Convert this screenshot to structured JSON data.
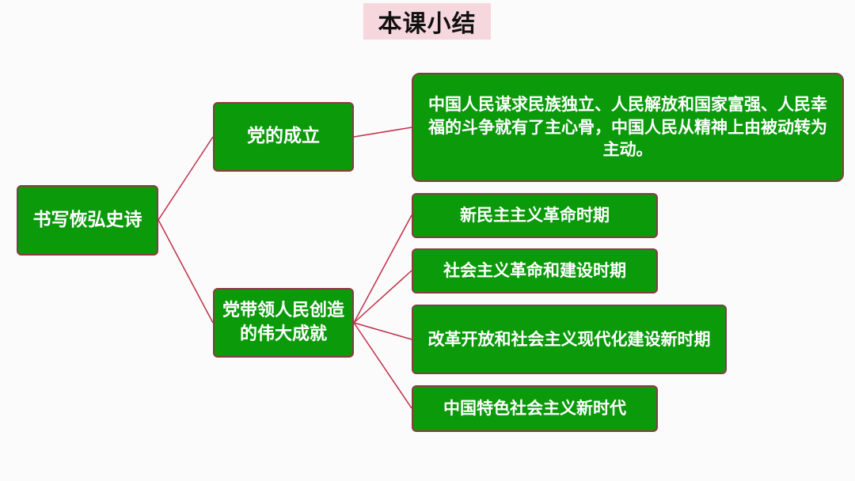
{
  "title": "本课小结",
  "root": "书写恢弘史诗",
  "branches": {
    "founding": {
      "label": "党的成立",
      "detail": "中国人民谋求民族独立、人民解放和国家富强、人民幸福的斗争就有了主心骨，中国人民从精神上由被动转为主动。"
    },
    "achievements": {
      "label": "党带领人民创造的伟大成就",
      "periods": [
        "新民主主义革命时期",
        "社会主义革命和建设时期",
        "改革开放和社会主义现代化建设新时期",
        "中国特色社会主义新时代"
      ]
    }
  },
  "colors": {
    "node_fill": "#0a9a0a",
    "node_border": "#8a3a44",
    "connector": "#c0304a",
    "title_bg": "#f7d7de"
  }
}
